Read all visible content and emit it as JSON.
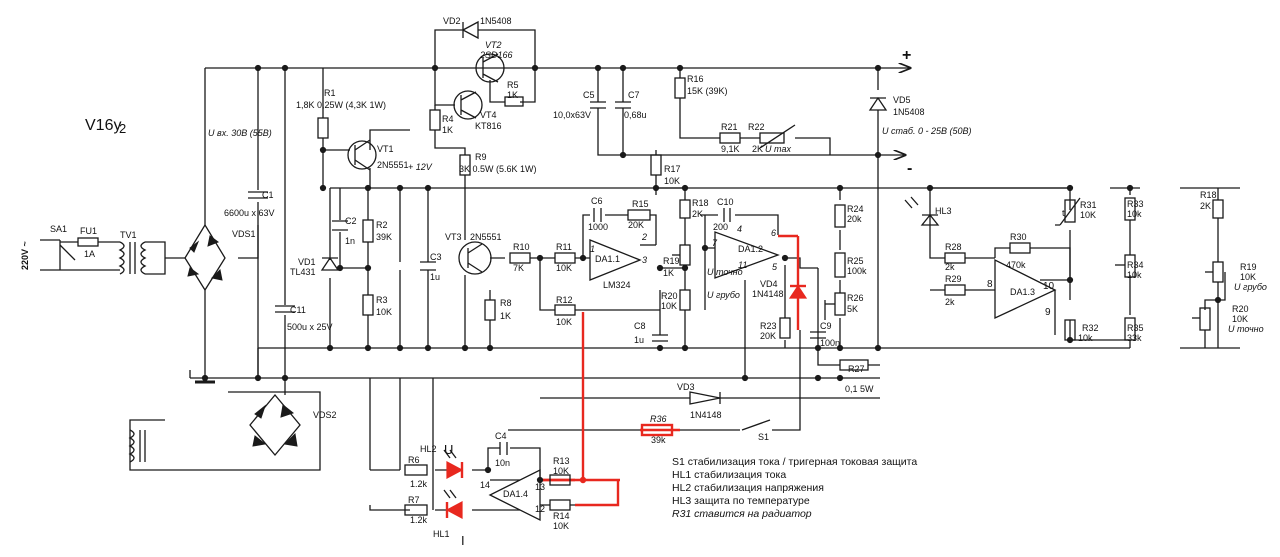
{
  "title": "V16y",
  "title_sub": "2",
  "terminals": {
    "plus": "+",
    "minus": "-"
  },
  "labels": {
    "mains": "220V ~",
    "sa1": "SA1",
    "fu1": "FU1",
    "fu1_val": "1A",
    "tv1": "TV1",
    "vds1": "VDS1",
    "vds2": "VDS2",
    "c1": "C1",
    "c1_val": "6600u x 63V",
    "c11": "C11",
    "c11_val": "500u x 25V",
    "u_in": "U вх. 30В (55В)",
    "r1": "R1",
    "r1_val": "1,8K 0,25W (4,3K 1W)",
    "vt1": "VT1",
    "vt1_val": "2N5551",
    "c2": "C2",
    "c2_val": "1n",
    "r2": "R2",
    "r2_val": "39K",
    "r3": "R3",
    "r3_val": "10K",
    "vd1": "VD1",
    "vd1_val": "TL431",
    "v12": "+ 12V",
    "c3": "C3",
    "c3_val": "1u",
    "vd2": "VD2",
    "vd2_val": "1N5408",
    "vt2": "VT2",
    "vt2_val": "2SD166",
    "r5": "R5",
    "r5_val": "1K",
    "r4": "R4",
    "r4_val": "1K",
    "vt4": "VT4",
    "vt4_val": "KT816",
    "r9": "R9",
    "r9_val": "3K 0.5W (5.6K 1W)",
    "vt3": "VT3",
    "vt3_val": "2N5551",
    "r8": "R8",
    "r8_val": "1K",
    "r10": "R10",
    "r10_val": "7K",
    "r11": "R11",
    "r11_val": "10K",
    "r12": "R12",
    "r12_val": "10K",
    "c5": "C5",
    "c5_val": "10,0x63V",
    "c7": "C7",
    "c7_val": "0,68u",
    "c6": "C6",
    "c6_val": "1000",
    "r15": "R15",
    "r15_val": "20K",
    "r16": "R16",
    "r16_val": "15K (39K)",
    "r17": "R17",
    "r17_val": "10K",
    "r18": "R18",
    "r18_val": "2K",
    "r19": "R19",
    "r19_val": "1K",
    "r20": "R20",
    "r20_val": "10K",
    "da11": "DA1.1",
    "lm324": "LM324",
    "c8": "C8",
    "c8_val": "1u",
    "r21": "R21",
    "r21_val": "9,1K",
    "r22": "R22",
    "r22_val": "2K",
    "r22_note": "U max",
    "vd5": "VD5",
    "vd5_val": "1N5408",
    "u_stab": "U стаб. 0 - 25В (50В)",
    "c10": "C10",
    "c10_val": "200",
    "da12": "DA1.2",
    "u_exact": "U точно",
    "u_coarse": "U грубо",
    "vd4": "VD4",
    "vd4_val": "1N4148",
    "r23": "R23",
    "r23_val": "20K",
    "c9": "C9",
    "c9_val": "100n",
    "r24": "R24",
    "r24_val": "20k",
    "r25": "R25",
    "r25_val": "100k",
    "r26": "R26",
    "r26_val": "5K",
    "r27": "R27",
    "r27_val": "0,1 5W",
    "vd3": "VD3",
    "vd3_val": "1N4148",
    "r36": "R36",
    "r36_val": "39k",
    "s1": "S1",
    "hl3": "HL3",
    "r28": "R28",
    "r28_val": "2k",
    "r29": "R29",
    "r29_val": "2k",
    "r30": "R30",
    "r30_val": "470k",
    "da13": "DA1.3",
    "r31": "R31",
    "r31_val": "10K",
    "r31_t": "t",
    "r32": "R32",
    "r32_val": "10k",
    "r33": "R33",
    "r33_val": "10k",
    "r34": "R34",
    "r34_val": "10k",
    "r35": "R35",
    "r35_val": "33k",
    "hl2": "HL2",
    "hl1": "HL1",
    "u_mark": "U",
    "i_mark": "I",
    "r6": "R6",
    "r6_val": "1.2k",
    "r7": "R7",
    "r7_val": "1.2k",
    "c4": "C4",
    "c4_val": "10n",
    "da14": "DA1.4",
    "r13": "R13",
    "r13_val": "10K",
    "r14": "R14",
    "r14_val": "10K",
    "ins_r18": "R18",
    "ins_r18_val": "2K",
    "ins_r19": "R19",
    "ins_r19_val": "10K",
    "ins_r19_note": "U грубо",
    "ins_r20": "R20",
    "ins_r20_val": "10K",
    "ins_r20_note": "U точно"
  },
  "pins": {
    "p1": "1",
    "p2": "2",
    "p3": "3",
    "p4": "4",
    "p5": "5",
    "p6": "6",
    "p7": "7",
    "p8": "8",
    "p9": "9",
    "p10": "10",
    "p11": "11",
    "p12": "12",
    "p13": "13",
    "p14": "14",
    "minus": "-",
    "plus": "+"
  },
  "notes": [
    "S1 стабилизация тока / тригерная токовая защита",
    "HL1  стабилизация тока",
    "HL2 стабилизация напряжения",
    "HL3 защита по температуре",
    "R31 ставится на радиатор"
  ]
}
